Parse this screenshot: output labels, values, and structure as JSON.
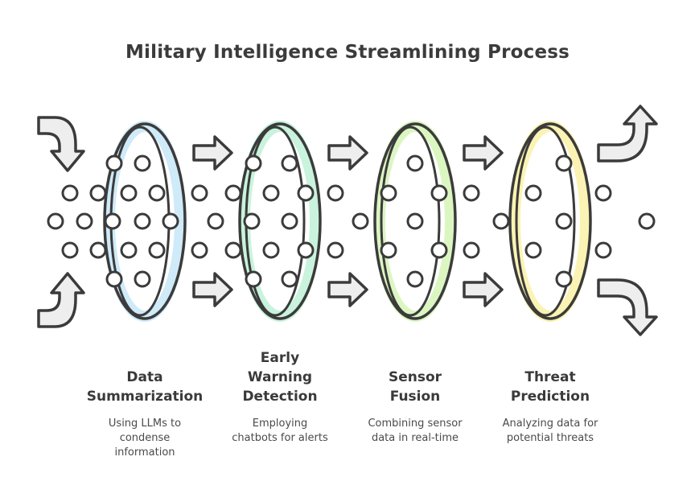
{
  "title": "Military Intelligence Streamlining Process",
  "stages": [
    {
      "label_lines": [
        "Data",
        "Summarization"
      ],
      "description_lines": [
        "Using LLMs to",
        "condense",
        "information"
      ],
      "color": "#cfeaf8"
    },
    {
      "label_lines": [
        "Early",
        "Warning",
        "Detection"
      ],
      "description_lines": [
        "Employing",
        "chatbots for alerts"
      ],
      "color": "#c9f3dc"
    },
    {
      "label_lines": [
        "Sensor",
        "Fusion"
      ],
      "description_lines": [
        "Combining sensor",
        "data in real-time"
      ],
      "color": "#dcf6c2"
    },
    {
      "label_lines": [
        "Threat",
        "Prediction"
      ],
      "description_lines": [
        "Analyzing data for",
        "potential threats"
      ],
      "color": "#fbf3b3"
    }
  ],
  "colors": {
    "stroke": "#3b3b3b",
    "arrow_fill": "#eeeeee"
  }
}
